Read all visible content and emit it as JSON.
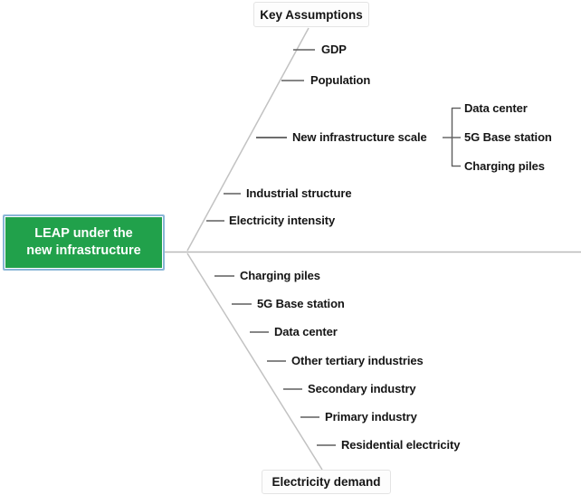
{
  "diagram": {
    "type": "fishbone",
    "root": {
      "label_line1": "LEAP under the",
      "label_line2": "new infrastructure",
      "fill_color": "#21a14b",
      "border_color": "#8ab6d6",
      "text_color": "#ffffff"
    },
    "upper_branch": {
      "head_label": "Key Assumptions",
      "items": [
        {
          "label": "GDP"
        },
        {
          "label": "Population"
        },
        {
          "label": "New infrastructure scale",
          "children": [
            {
              "label": "Data center"
            },
            {
              "label": "5G Base station"
            },
            {
              "label": "Charging piles"
            }
          ]
        },
        {
          "label": "Industrial structure"
        },
        {
          "label": "Electricity intensity"
        }
      ]
    },
    "lower_branch": {
      "head_label": "Electricity demand",
      "items": [
        {
          "label": "Charging piles"
        },
        {
          "label": "5G Base station"
        },
        {
          "label": "Data center"
        },
        {
          "label": "Other tertiary industries"
        },
        {
          "label": "Secondary industry"
        },
        {
          "label": "Primary industry"
        },
        {
          "label": "Residential electricity"
        }
      ]
    },
    "line_color": "#b9b9b9",
    "tick_color": "#6d6d6d"
  }
}
